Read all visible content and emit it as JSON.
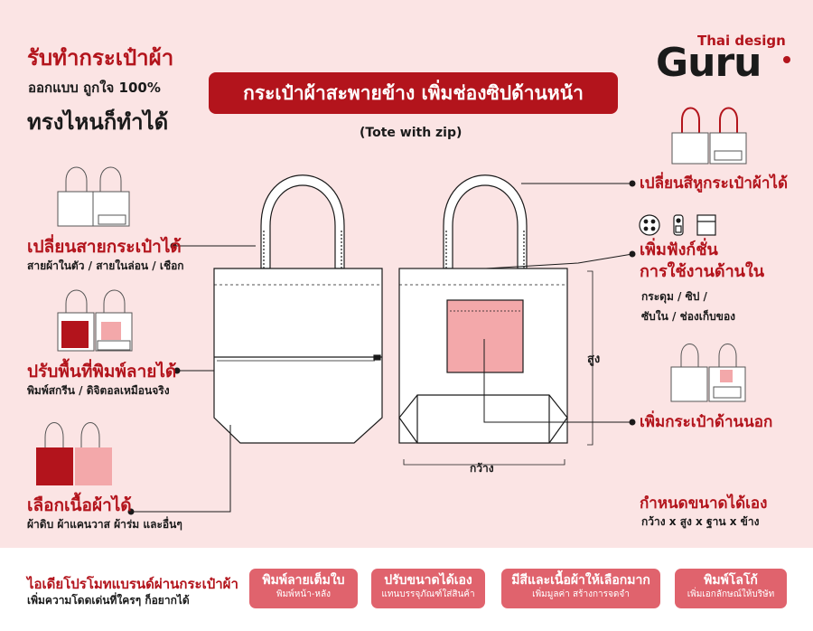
{
  "header": {
    "headline_line1": "รับทำกระเป๋าผ้า",
    "headline_line2": "ออกแบบ ถูกใจ 100%",
    "headline_line3": "ทรงไหนก็ทำได้",
    "logo_small": "Thai design",
    "logo_big": "Guru",
    "title": "กระเป๋าผ้าสะพายข้าง เพิ่มช่องซิปด้านหน้า",
    "title_en": "(Tote with zip)"
  },
  "left_features": [
    {
      "title": "เปลี่ยนสายกระเป๋าได้",
      "desc": "สายผ้าในตัว / สายในล่อน / เชือก"
    },
    {
      "title": "ปรับพื้นที่พิมพ์ลายได้",
      "desc": "พิมพ์สกรีน / ดิจิตอลเหมือนจริง"
    },
    {
      "title": "เลือกเนื้อผ้าได้",
      "desc": "ผ้าดิบ ผ้าแคนวาส ผ้าร่ม และอื่นๆ"
    }
  ],
  "right_features": [
    {
      "title": "เปลี่ยนสีหูกระเป๋าผ้าได้"
    },
    {
      "title_line1": "เพิ่มฟังก์ชั่น",
      "title_line2": "การใช้งานด้านใน",
      "desc_line1": "กระดุม / ซิป /",
      "desc_line2": "ซับใน / ช่องเก็บของ"
    },
    {
      "title": "เพิ่มกระเป๋าด้านนอก"
    },
    {
      "title": "กำหนดขนาดได้เอง",
      "desc": "กว้าง x สูง x ฐาน x ข้าง"
    }
  ],
  "dimensions": {
    "height": "สูง",
    "width": "กว้าง"
  },
  "footer": {
    "promo_title": "ไอเดียโปรโมทแบรนด์ผ่านกระเป๋าผ้า",
    "promo_sub": "เพิ่มความโดดเด่นที่ใครๆ ก็อยากได้",
    "pills": [
      {
        "title": "พิมพ์ลายเต็มใบ",
        "sub": "พิมพ์หน้า-หลัง"
      },
      {
        "title": "ปรับขนาดได้เอง",
        "sub": "แทนบรรจุภัณฑ์ใส่สินค้า"
      },
      {
        "title": "มีสีและเนื้อผ้าให้เลือกมาก",
        "sub": "เพิ่มมูลค่า สร้างการจดจำ"
      },
      {
        "title": "พิมพ์โลโก้",
        "sub": "เพิ่มเอกลักษณ์ให้บริษัท"
      }
    ]
  },
  "colors": {
    "brand_red": "#b3141c",
    "pink": "#f3a8aa",
    "pill": "#e0636d",
    "background": "#fbe4e4"
  },
  "icons": [
    "button-icon",
    "zipper-icon",
    "inner-pocket-icon"
  ]
}
